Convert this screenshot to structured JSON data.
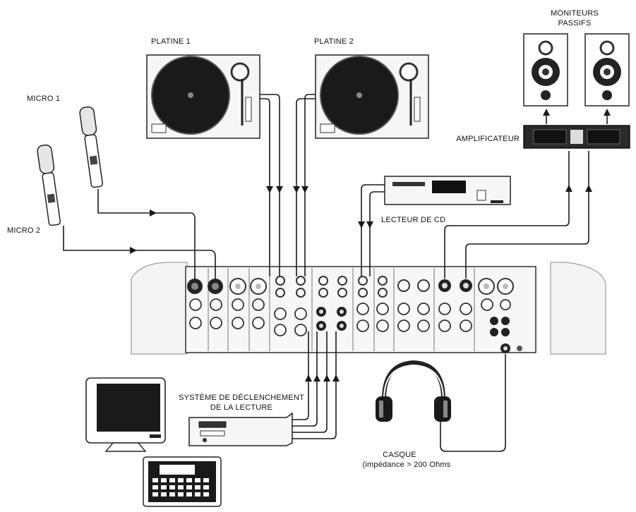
{
  "labels": {
    "platine1": "PLATINE 1",
    "platine2": "PLATINE 2",
    "moniteurs_line1": "MONITEURS",
    "moniteurs_line2": "PASSIFS",
    "micro1": "MICRO 1",
    "micro2": "MICRO 2",
    "amplificateur": "AMPLIFICATEUR",
    "lecteur_cd": "LECTEUR DE CD",
    "systeme_line1": "SYSTÈME DE DÉCLENCHEMENT",
    "systeme_line2": "DE LA LECTURE",
    "casque": "CASQUE",
    "casque_impedance": "(impédance > 200 Ohms"
  },
  "colors": {
    "line": "#1a1a1a",
    "panel": "#f2f2f2",
    "dark": "#111111",
    "mid": "#9a9a9a"
  }
}
